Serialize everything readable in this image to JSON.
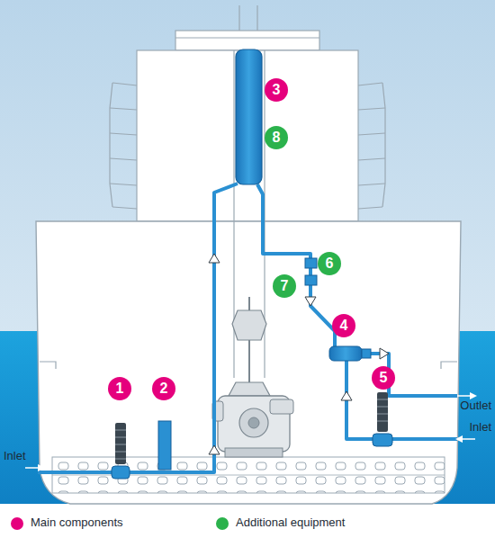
{
  "diagram": {
    "nodes": [
      {
        "text": [
          "1"
        ]
      },
      {
        "text": [
          "2"
        ]
      },
      {
        "text": [
          "3"
        ]
      },
      {
        "text": [
          "4"
        ]
      },
      {
        "text": [
          "5"
        ]
      },
      {
        "text": [
          "6"
        ]
      },
      {
        "text": [
          "7"
        ]
      },
      {
        "text": [
          "8"
        ]
      }
    ],
    "labels": [
      "Inlet",
      "Outlet",
      "Inlet"
    ],
    "legend": [
      {
        "text": "Main components",
        "color": "#e5007d"
      },
      {
        "text": "Additional equipment",
        "color": "#2bb24c"
      }
    ]
  }
}
